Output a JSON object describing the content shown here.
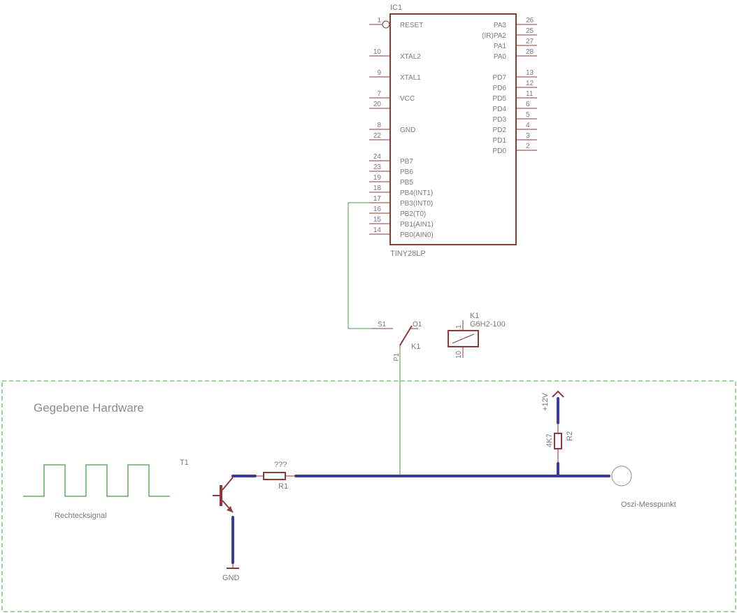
{
  "ic1": {
    "name": "IC1",
    "value": "TINY28LP",
    "left_pins": [
      {
        "num": "1",
        "label": "RESET"
      },
      {
        "num": "10",
        "label": "XTAL2"
      },
      {
        "num": "9",
        "label": "XTAL1"
      },
      {
        "num": "7",
        "label": "VCC"
      },
      {
        "num": "20",
        "label": ""
      },
      {
        "num": "8",
        "label": "GND"
      },
      {
        "num": "22",
        "label": ""
      },
      {
        "num": "24",
        "label": "PB7"
      },
      {
        "num": "23",
        "label": "PB6"
      },
      {
        "num": "19",
        "label": "PB5"
      },
      {
        "num": "18",
        "label": "PB4(INT1)"
      },
      {
        "num": "17",
        "label": "PB3(INT0)"
      },
      {
        "num": "16",
        "label": "PB2(T0)"
      },
      {
        "num": "15",
        "label": "PB1(AIN1)"
      },
      {
        "num": "14",
        "label": "PB0(AIN0)"
      }
    ],
    "right_pins": [
      {
        "num": "26",
        "label": "PA3"
      },
      {
        "num": "25",
        "label": "(IR)PA2"
      },
      {
        "num": "27",
        "label": "PA1"
      },
      {
        "num": "28",
        "label": "PA0"
      },
      {
        "num": "13",
        "label": "PD7"
      },
      {
        "num": "12",
        "label": "PD6"
      },
      {
        "num": "11",
        "label": "PD5"
      },
      {
        "num": "6",
        "label": "PD4"
      },
      {
        "num": "5",
        "label": "PD3"
      },
      {
        "num": "4",
        "label": "PD2"
      },
      {
        "num": "3",
        "label": "PD1"
      },
      {
        "num": "2",
        "label": "PD0"
      }
    ]
  },
  "relay": {
    "name": "K1",
    "value": "G6H2-100",
    "coil_pin_top": "1",
    "coil_pin_bottom": "10",
    "switch_label": "K1",
    "pin_s": "S1",
    "pin_o": "O1",
    "pin_p": "P1"
  },
  "frame_title": "Gegebene Hardware",
  "signal_label": "Rechtecksignal",
  "transistor": {
    "name": "T1"
  },
  "resistor_r1": {
    "name": "R1",
    "value": "???"
  },
  "resistor_r2": {
    "name": "R2",
    "value": "4K7"
  },
  "supply": {
    "label": "+12V"
  },
  "ground": {
    "label": "GND"
  },
  "probe": {
    "label": "Oszi-Messpunkt"
  }
}
